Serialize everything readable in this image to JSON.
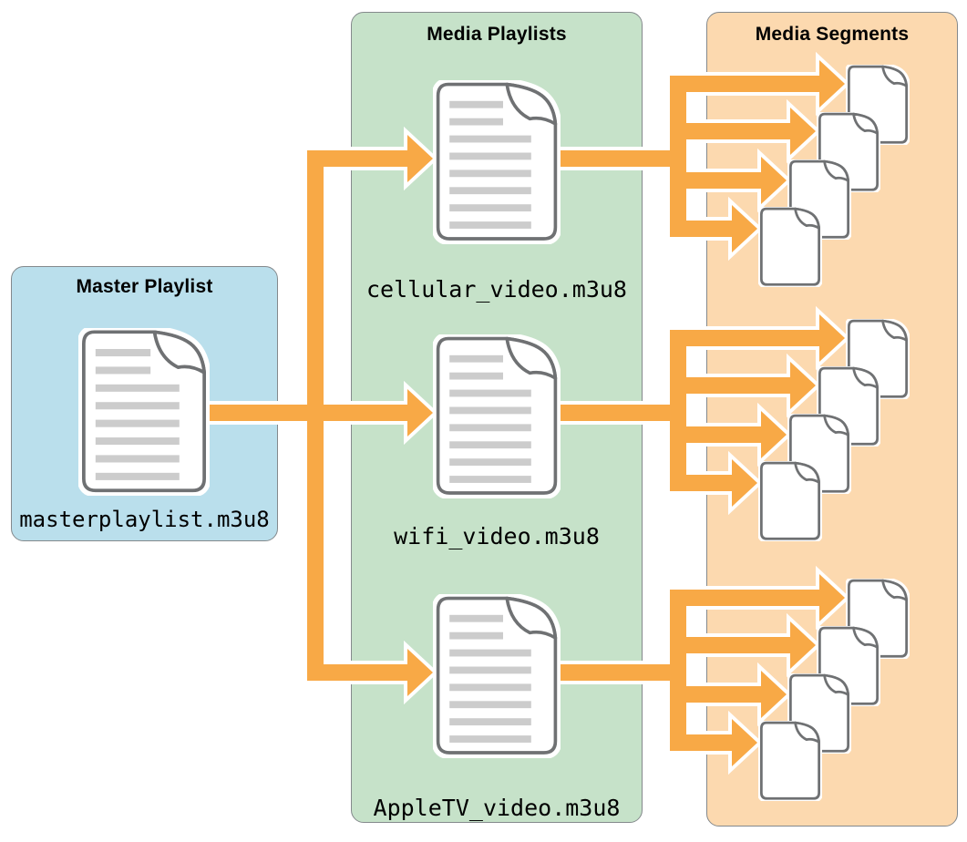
{
  "diagram": {
    "panels": {
      "master": {
        "title": "Master Playlist",
        "file": "masterplaylist.m3u8"
      },
      "media_playlists": {
        "title": "Media Playlists",
        "files": [
          "cellular_video.m3u8",
          "wifi_video.m3u8",
          "AppleTV_video.m3u8"
        ]
      },
      "media_segments": {
        "title": "Media Segments",
        "segment_groups": 3,
        "segments_per_group": 4
      }
    },
    "connections": [
      {
        "from": "masterplaylist.m3u8",
        "to": [
          "cellular_video.m3u8",
          "wifi_video.m3u8",
          "AppleTV_video.m3u8"
        ]
      },
      {
        "from": "cellular_video.m3u8",
        "to": "4 media segment files"
      },
      {
        "from": "wifi_video.m3u8",
        "to": "4 media segment files"
      },
      {
        "from": "AppleTV_video.m3u8",
        "to": "4 media segment files"
      }
    ],
    "icons": {
      "playlist_document": "document-with-text-icon",
      "segment_document": "blank-document-icon",
      "connector": "orange-arrow-icon"
    },
    "colors": {
      "master_panel": "#badfec",
      "media_playlists_panel": "#c6e2c9",
      "media_segments_panel": "#fcd9af",
      "panel_border": "#84898c",
      "arrow": "#f8a946",
      "arrow_halo": "#ffffff",
      "document_fill": "#ffffff",
      "document_border": "#6f7173",
      "document_line": "#cccccc",
      "title_text": "#000000"
    }
  }
}
